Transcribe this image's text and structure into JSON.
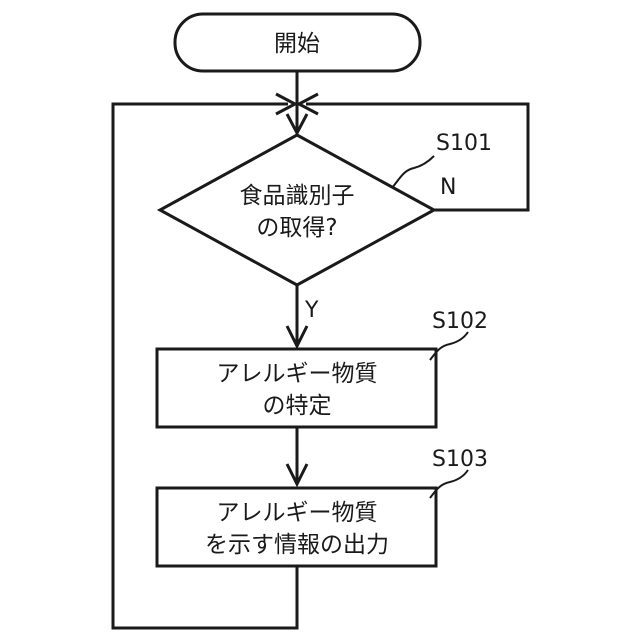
{
  "flowchart": {
    "start": {
      "label": "開始"
    },
    "decision": {
      "step_id": "S101",
      "lines": [
        "食品識別子",
        "の取得?"
      ],
      "yes_label": "Y",
      "no_label": "N"
    },
    "process_1": {
      "step_id": "S102",
      "lines": [
        "アレルギー物質",
        "の特定"
      ]
    },
    "process_2": {
      "step_id": "S103",
      "lines": [
        "アレルギー物質",
        "を示す情報の出力"
      ]
    }
  }
}
